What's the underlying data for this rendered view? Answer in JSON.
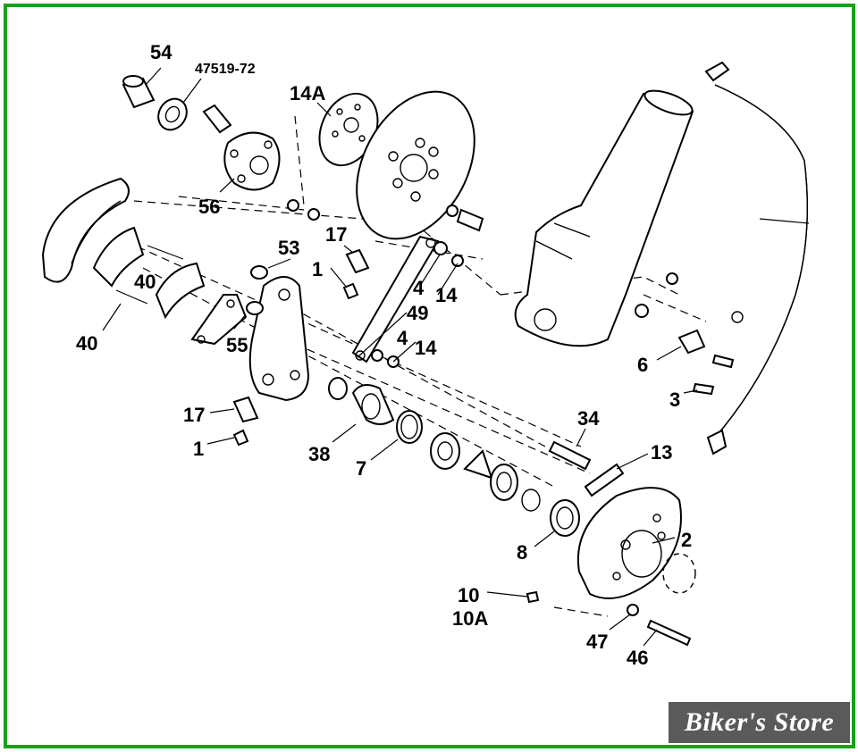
{
  "labels": {
    "l54": "54",
    "l47519": "47519-72",
    "l14a": "14A",
    "l56": "56",
    "l17a": "17",
    "l1a": "1",
    "l53": "53",
    "l40a": "40",
    "l40b": "40",
    "l55": "55",
    "l4a": "4",
    "l14a2": "14",
    "l49": "49",
    "l4b": "4",
    "l14b": "14",
    "l17b": "17",
    "l1b": "1",
    "l38": "38",
    "l7": "7",
    "l34": "34",
    "l13": "13",
    "l6": "6",
    "l3": "3",
    "l2": "2",
    "l8": "8",
    "l10": "10",
    "l10a": "10A",
    "l47": "47",
    "l46": "46"
  },
  "watermark": "Biker's Store",
  "colors": {
    "frame": "#1aa01a",
    "watermark_bg": "#5a5a5a"
  }
}
